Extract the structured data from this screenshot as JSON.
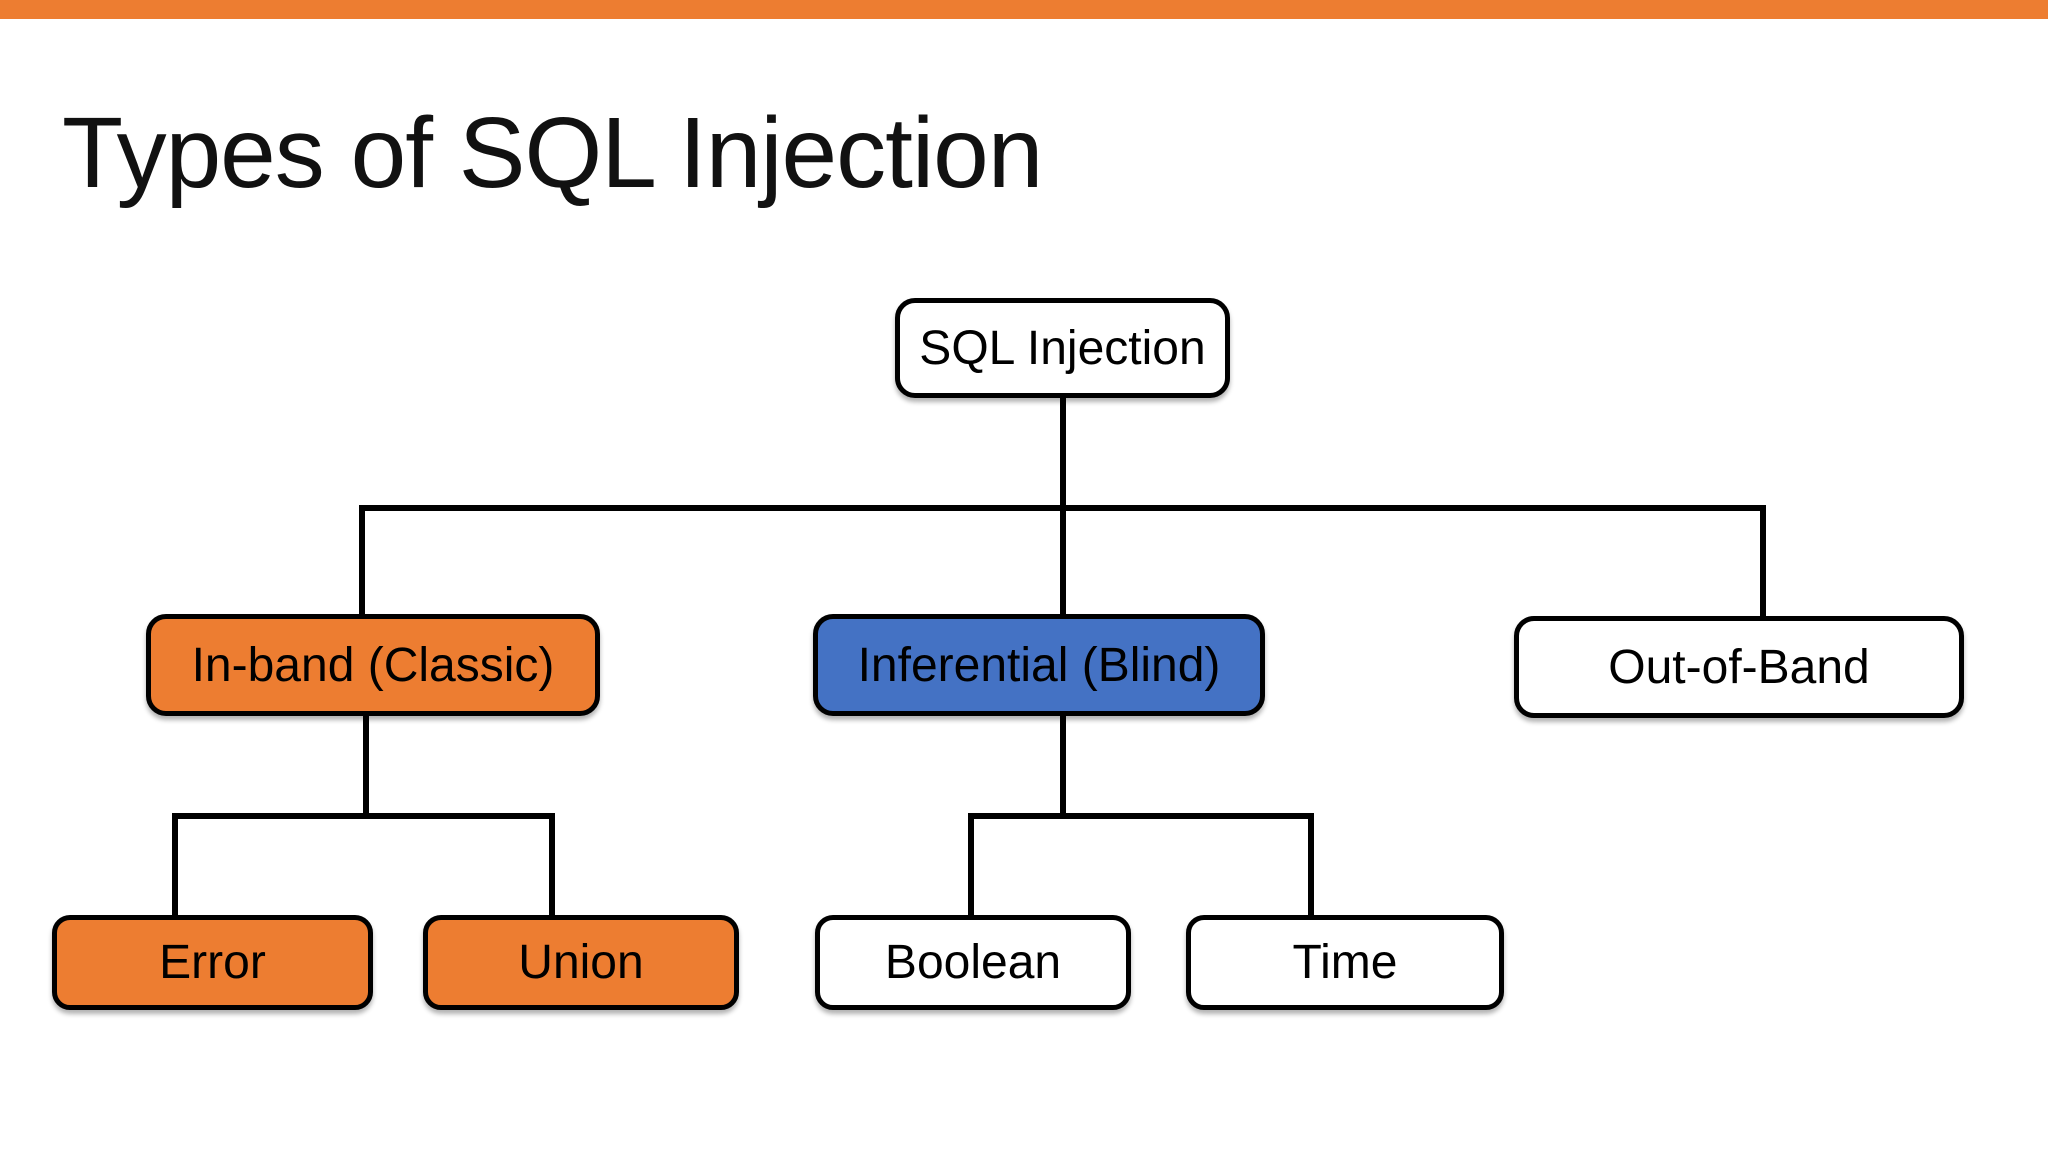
{
  "slide": {
    "title": "Types of SQL Injection"
  },
  "colors": {
    "orange": "#ED7D31",
    "blue": "#4472C4",
    "white": "#FFFFFF",
    "line": "#000000"
  },
  "tree": {
    "root": {
      "label": "SQL Injection",
      "fill": "white"
    },
    "level2": [
      {
        "label": "In-band (Classic)",
        "fill": "orange",
        "parent": "SQL Injection"
      },
      {
        "label": "Inferential (Blind)",
        "fill": "blue",
        "parent": "SQL Injection"
      },
      {
        "label": "Out-of-Band",
        "fill": "white",
        "parent": "SQL Injection"
      }
    ],
    "level3": [
      {
        "label": "Error",
        "fill": "orange",
        "parent": "In-band (Classic)"
      },
      {
        "label": "Union",
        "fill": "orange",
        "parent": "In-band (Classic)"
      },
      {
        "label": "Boolean",
        "fill": "white",
        "parent": "Inferential (Blind)"
      },
      {
        "label": "Time",
        "fill": "white",
        "parent": "Inferential (Blind)"
      }
    ]
  }
}
